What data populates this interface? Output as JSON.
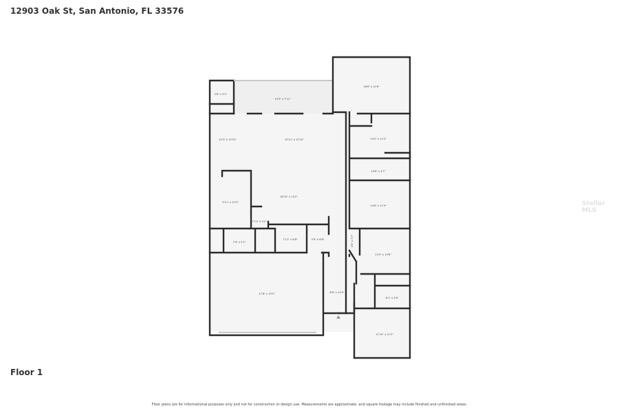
{
  "header": {
    "address": "12903 Oak St, San Antonio, FL 33576"
  },
  "floor_label": "Floor 1",
  "disclaimer": "Floor plans are for informational purposes only and not for construction or design use. Measurements are approximate, and square footage may include finished and unfinished areas.",
  "watermark": "Stellar MLS",
  "rooms": [
    {
      "dims": "5'6\" x 5'1\""
    },
    {
      "dims": "24'3\" x 7'11\""
    },
    {
      "dims": "18'6\" x 12'6\""
    },
    {
      "dims": "15'3\" x 13'10\""
    },
    {
      "dims": "23'11\" x 12'10\""
    },
    {
      "dims": "14'5\" x 11'5\""
    },
    {
      "dims": "14'6\" x 4'7\""
    },
    {
      "dims": "9'11\" x 14'3\""
    },
    {
      "dims": "18'10\" x 13'2\""
    },
    {
      "dims": "7'11\" x 5'2\""
    },
    {
      "dims": "14'8\" x 11'9\""
    },
    {
      "dims": "7'9\" x 5'1\""
    },
    {
      "dims": "7'11\" x 6'8\""
    },
    {
      "dims": "5'9\" x 6'8\""
    },
    {
      "dims": "4'5\" x 3'7\""
    },
    {
      "dims": "12'0\" x 13'8\""
    },
    {
      "dims": "27'8\" x 19'5\""
    },
    {
      "dims": "8'6\" x 14'5\""
    },
    {
      "dims": "8'1\" x 5'6\""
    },
    {
      "dims": "11'10\" x 11'5\""
    }
  ]
}
